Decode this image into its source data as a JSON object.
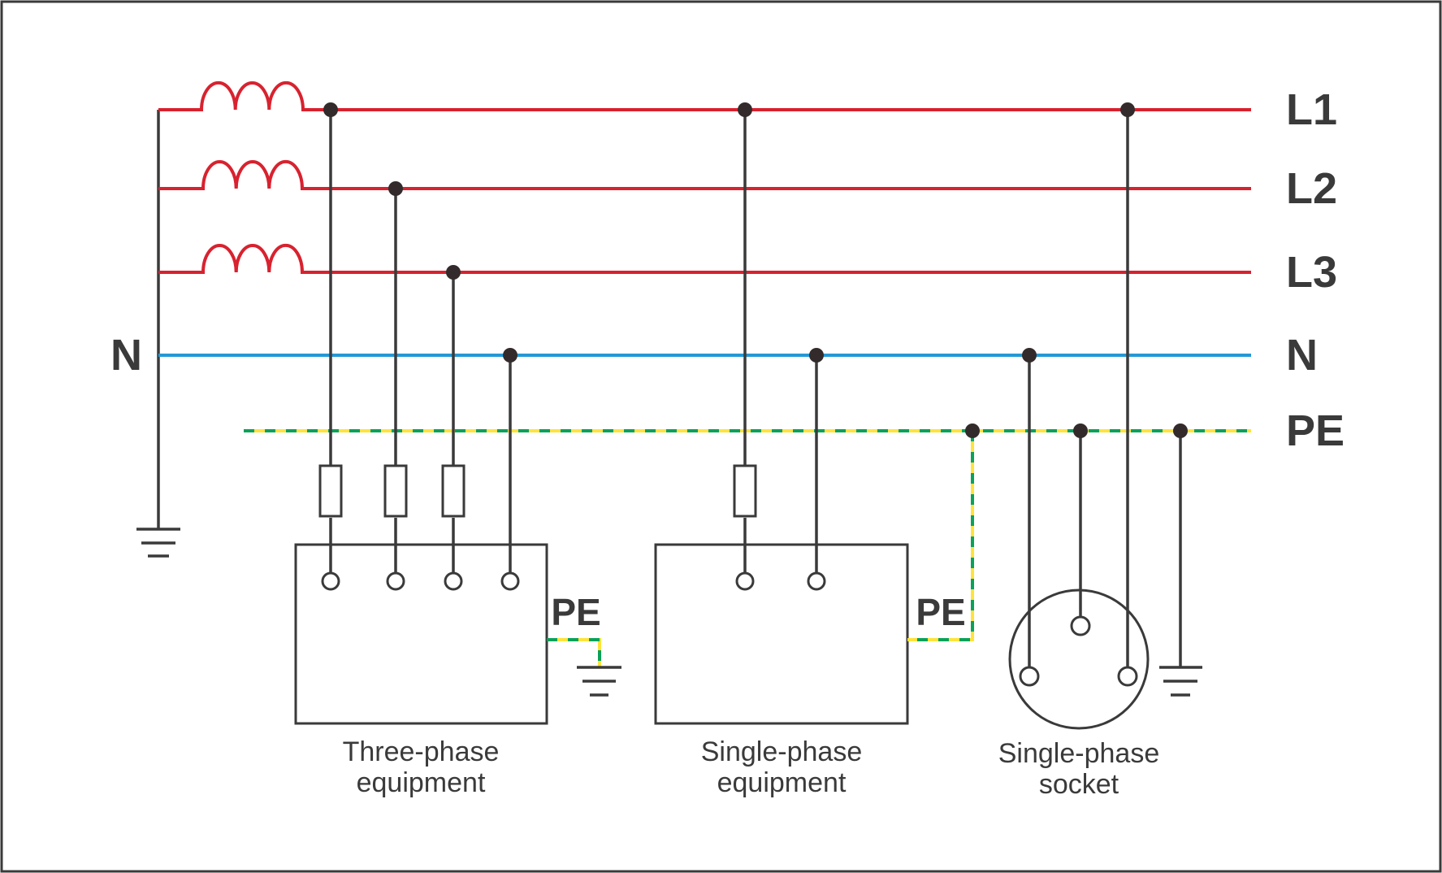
{
  "bus_labels": {
    "right": [
      "L1",
      "L2",
      "L3",
      "N",
      "PE"
    ],
    "left_neutral": "N"
  },
  "equipment": {
    "three_phase": {
      "caption_line1": "Three-phase",
      "caption_line2": "equipment",
      "pe_label": "PE"
    },
    "single_phase": {
      "caption_line1": "Single-phase",
      "caption_line2": "equipment",
      "pe_label": "PE"
    },
    "socket": {
      "caption_line1": "Single-phase",
      "caption_line2": "socket"
    }
  },
  "colors": {
    "phase": "#d8222f",
    "neutral": "#2498d5",
    "pe_green": "#0aa159",
    "pe_yellow": "#ffe33a",
    "wire": "#3a3a3a",
    "dot": "#332b2b",
    "text": "#3a3a3a",
    "background": "#ffffff"
  }
}
